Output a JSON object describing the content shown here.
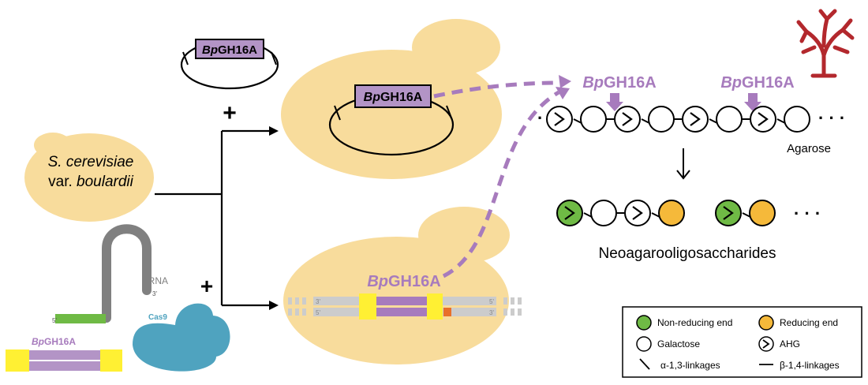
{
  "labels": {
    "plasmid_gene": "BpGH16A",
    "plasmid_gene_bp": "Bp",
    "plasmid_gene_rest": "GH16A",
    "yeast_line1": "S. cerevisiae",
    "yeast_line2a": "var. ",
    "yeast_line2b": "boulardii",
    "plus": "+",
    "enzyme_bp": "Bp",
    "enzyme_rest": "GH16A",
    "agarose": "Agarose",
    "products": "Neoagarooligosaccharides",
    "ellipsis": "· · ·",
    "grna": "gRNA",
    "cas9": "Cas9",
    "prime3": "3'",
    "prime5": "5'"
  },
  "legend": {
    "items": [
      {
        "label": "Non-reducing end",
        "symbol": "green-circle"
      },
      {
        "label": "Reducing end",
        "symbol": "orange-circle"
      },
      {
        "label": "Galactose",
        "symbol": "white-circle"
      },
      {
        "label": "AHG",
        "symbol": "chevron-circle"
      },
      {
        "label": "α-1,3-linkages",
        "symbol": "diagonal-line"
      },
      {
        "label": "β-1,4-linkages",
        "symbol": "horizontal-line"
      }
    ]
  },
  "colors": {
    "yeast": "#f8dc9c",
    "purple": "#a77bbd",
    "gene_box": "#b394c6",
    "yellow": "#fff033",
    "orange_tag": "#e8702a",
    "green": "#6fba45",
    "orange": "#f5b93a",
    "cas9": "#4fa3bf",
    "grna_grey": "#808080",
    "seaweed": "#b3282d",
    "dna_grey": "#cccccc"
  }
}
